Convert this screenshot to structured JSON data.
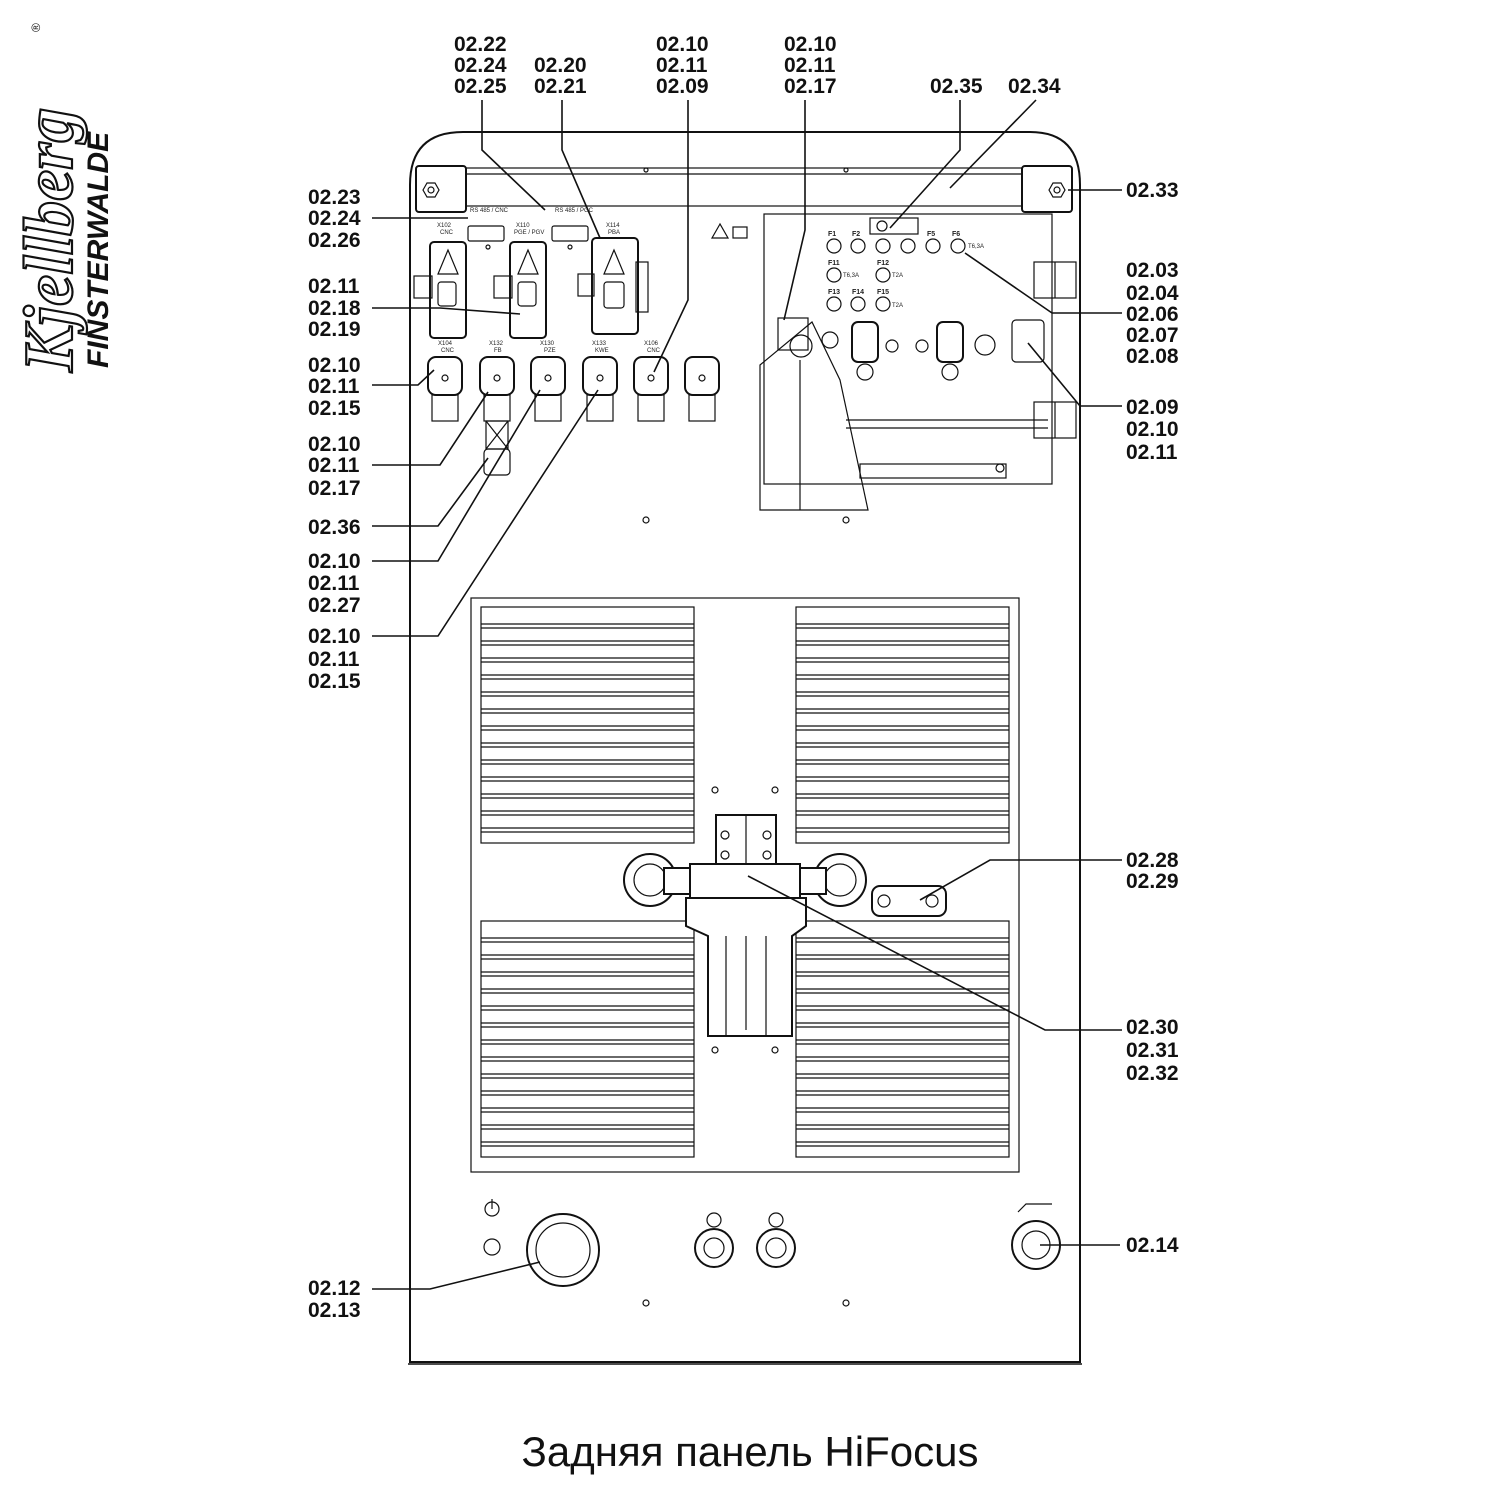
{
  "brand": {
    "name": "Kjellberg",
    "location": "FINSTERWALDE",
    "registered_mark": "®"
  },
  "caption": "Задняя панель HiFocus",
  "panel_text": {
    "rs485_cnc": "RS 485 / CNC",
    "rs485_pgc": "RS 485 / PGC",
    "x102": "X102",
    "x102_sub": "CNC",
    "x110": "X110",
    "x110_sub": "PGE / PGV",
    "x114": "X114",
    "x114_sub": "PBA",
    "x104": "X104",
    "x104_sub": "CNC",
    "x132": "X132",
    "x132_sub": "FB",
    "x130": "X130",
    "x130_sub": "PZE",
    "x133": "X133",
    "x133_sub": "KWE",
    "x106": "X106",
    "x106_sub": "CNC",
    "fuses": [
      "F1",
      "F2",
      "F5",
      "F6",
      "F11",
      "F12",
      "F13",
      "F14",
      "F15"
    ],
    "fuse_ratings": [
      "T6,3A",
      "T6,3A",
      "T2A",
      "T2A"
    ]
  },
  "callouts": {
    "c1": [
      "02.22",
      "02.24",
      "02.25"
    ],
    "c2": [
      "02.20",
      "02.21"
    ],
    "c3": [
      "02.10",
      "02.11",
      "02.09"
    ],
    "c4": [
      "02.10",
      "02.11",
      "02.17"
    ],
    "c5": [
      "02.35"
    ],
    "c6": [
      "02.34"
    ],
    "c7": [
      "02.33"
    ],
    "c8": [
      "02.23",
      "02.24",
      "02.26"
    ],
    "c9": [
      "02.11",
      "02.18",
      "02.19"
    ],
    "c10": [
      "02.10",
      "02.11",
      "02.15"
    ],
    "c11": [
      "02.10",
      "02.11",
      "02.17"
    ],
    "c12": [
      "02.36"
    ],
    "c13": [
      "02.10",
      "02.11",
      "02.27"
    ],
    "c14": [
      "02.10",
      "02.11",
      "02.15"
    ],
    "c15": [
      "02.03",
      "02.04",
      "02.06",
      "02.07",
      "02.08"
    ],
    "c16": [
      "02.09",
      "02.10",
      "02.11"
    ],
    "c17": [
      "02.28",
      "02.29"
    ],
    "c18": [
      "02.30",
      "02.31",
      "02.32"
    ],
    "c19": [
      "02.12",
      "02.13"
    ],
    "c20": [
      "02.14"
    ]
  }
}
